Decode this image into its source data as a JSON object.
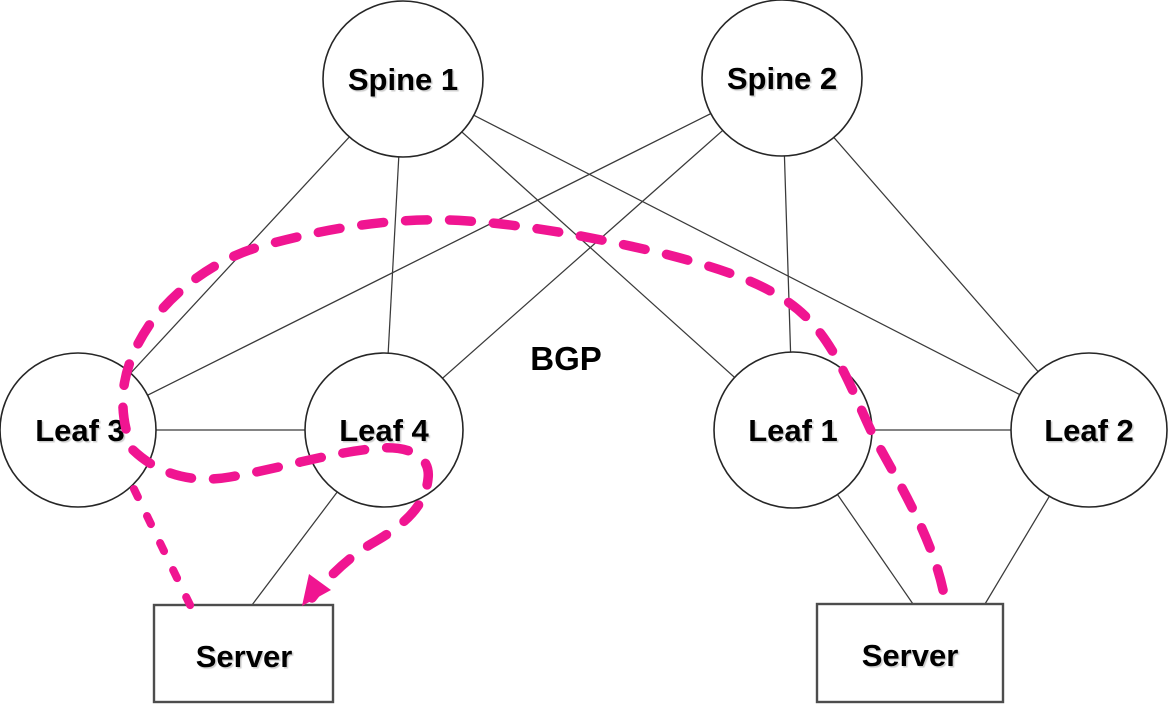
{
  "diagram": {
    "type": "spine-leaf-network-topology",
    "protocol_label": "BGP",
    "nodes": {
      "spine1": {
        "label": "Spine 1",
        "shape": "circle"
      },
      "spine2": {
        "label": "Spine 2",
        "shape": "circle"
      },
      "leaf3": {
        "label": "Leaf 3",
        "shape": "circle"
      },
      "leaf4": {
        "label": "Leaf 4",
        "shape": "circle"
      },
      "leaf1": {
        "label": "Leaf 1",
        "shape": "circle"
      },
      "leaf2": {
        "label": "Leaf 2",
        "shape": "circle"
      },
      "server_left": {
        "label": "Server",
        "shape": "rectangle"
      },
      "server_right": {
        "label": "Server",
        "shape": "rectangle"
      }
    },
    "links": [
      "Spine 1 - Leaf 3",
      "Spine 1 - Leaf 4",
      "Spine 1 - Leaf 1",
      "Spine 1 - Leaf 2",
      "Spine 2 - Leaf 3",
      "Spine 2 - Leaf 4",
      "Spine 2 - Leaf 1",
      "Spine 2 - Leaf 2",
      "Leaf 3 - Leaf 4",
      "Leaf 1 - Leaf 2",
      "Leaf 4 - Server (left)",
      "Leaf 1 - Server (right)",
      "Leaf 2 - Server (right)"
    ],
    "highlight_route": {
      "color": "#F01591",
      "style": "thick dashed freehand path",
      "description": "Route from right Server up over the fabric to Leaf 3, a dashed branch from Leaf 3 down to left Server, and a loop through Leaf 4 ending with an arrowhead at the left Server"
    },
    "colors": {
      "background": "#FFFFFF",
      "link_line": "#3A3A3A",
      "node_border": "#262626",
      "node_fill": "#FFFFFF",
      "server_border": "#4D4D4D",
      "label_text": "#000000",
      "highlight": "#F01591"
    }
  }
}
